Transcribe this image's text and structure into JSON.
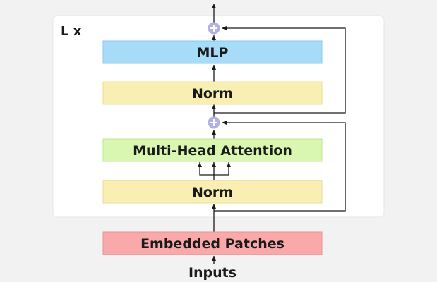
{
  "repeat_label": "L x",
  "blocks": {
    "mlp": {
      "label": "MLP",
      "color": "#a6dcf8"
    },
    "norm_top": {
      "label": "Norm",
      "color": "#f9efb2"
    },
    "attention": {
      "label": "Multi-Head Attention",
      "color": "#d9f7b0"
    },
    "norm_bottom": {
      "label": "Norm",
      "color": "#f9efb2"
    },
    "embedded": {
      "label": "Embedded Patches",
      "color": "#f9a9a9"
    }
  },
  "input_label": "Inputs",
  "colors": {
    "panel": "#ffffff",
    "add_node": "#b3b0e6",
    "line": "#1a1a1a",
    "background": "#f2f2f2"
  }
}
